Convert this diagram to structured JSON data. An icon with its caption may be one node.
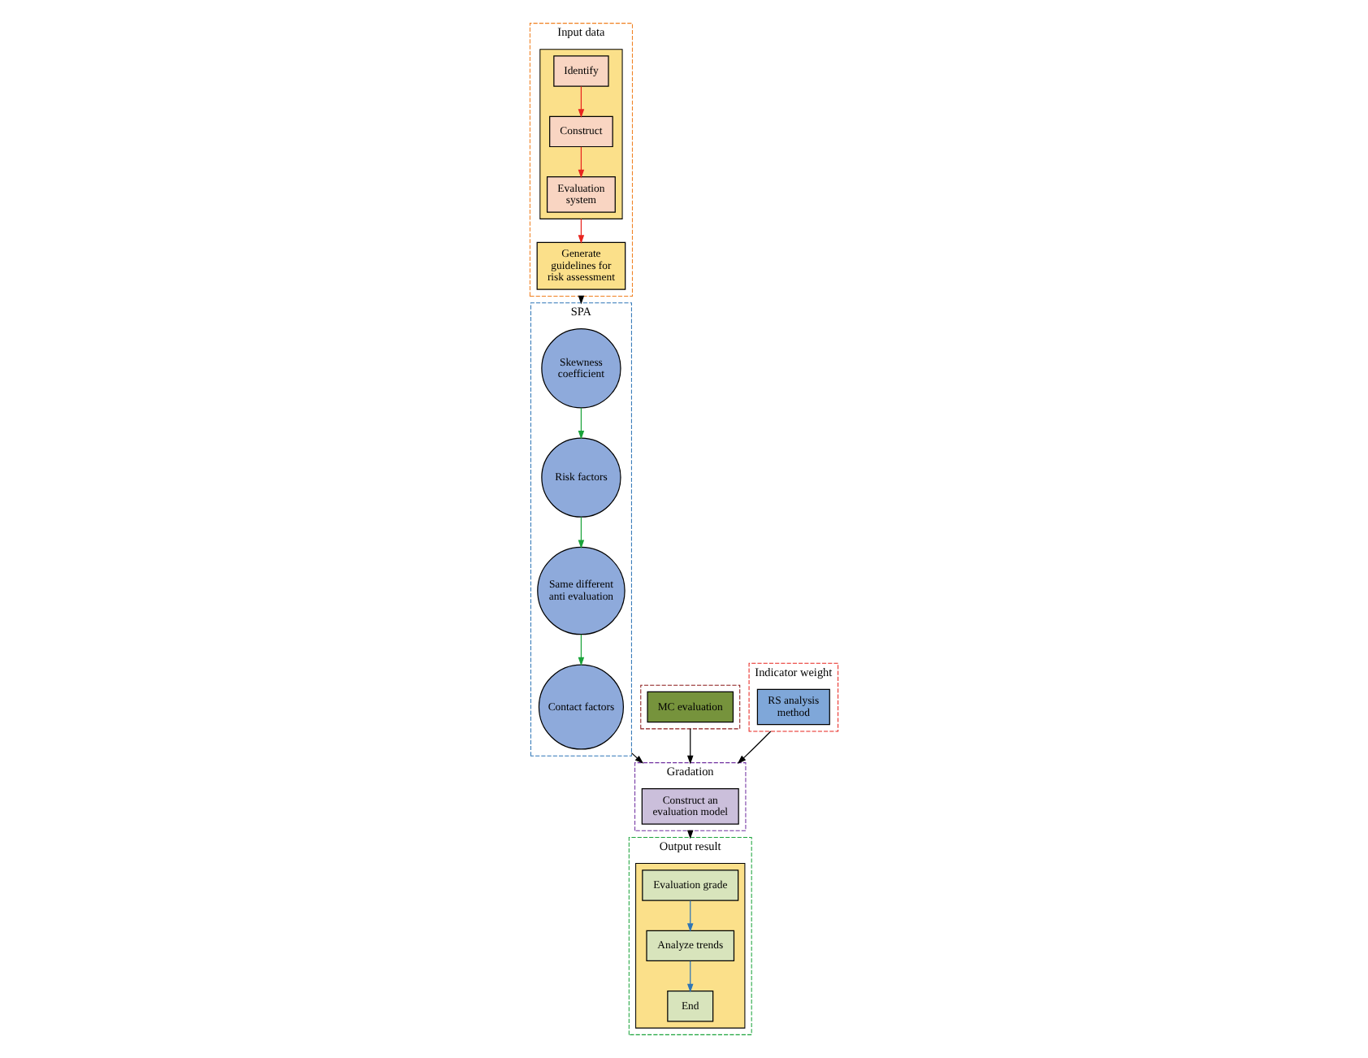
{
  "diagram": {
    "nodes": [
      {
        "text": [
          "Input data"
        ]
      },
      {
        "text": [],
        "shape": "box",
        "in": 0
      },
      {
        "text": [
          "Identify"
        ],
        "in": 1
      },
      {
        "text": [
          "Construct"
        ],
        "in": 1
      },
      {
        "text": [
          "Evaluation system"
        ],
        "in": 1
      },
      {
        "text": [
          "Generate guidelines for risk assessment"
        ],
        "in": 0
      },
      {
        "text": [],
        "shape": "box"
      },
      {
        "text": [
          "MC evaluation"
        ],
        "in": 6
      },
      {
        "text": [
          "Indicator weight"
        ]
      },
      {
        "text": [
          "RS analysis method"
        ],
        "in": 8
      },
      {
        "text": [
          "SPA"
        ]
      },
      {
        "text": [
          "Risk factors"
        ],
        "in": 10
      },
      {
        "text": [
          "Same different anti evaluation"
        ],
        "in": 10
      },
      {
        "text": [
          "Skewness coefficient"
        ],
        "in": 10
      },
      {
        "text": [
          "Contact factors"
        ],
        "in": 10
      },
      {
        "text": [
          "Gradation"
        ]
      },
      {
        "text": [
          "Construct an evaluation model"
        ],
        "in": 15
      },
      {
        "text": [
          "Output result"
        ]
      },
      {
        "text": [],
        "shape": "box",
        "in": 17
      },
      {
        "text": [
          "Evaluation grade"
        ],
        "in": 18
      },
      {
        "text": [
          "Analyze trends"
        ],
        "in": 18
      },
      {
        "text": [
          "End"
        ],
        "in": 18
      }
    ],
    "edges": [
      {
        "from": 2,
        "to": 3,
        "arrow": "to",
        "color": "#e8251f"
      },
      {
        "from": 3,
        "to": 4,
        "arrow": "to",
        "color": "#e8251f"
      },
      {
        "from": 1,
        "to": 5,
        "arrow": "to",
        "color": "#e8251f"
      },
      {
        "from": 0,
        "to": 10,
        "arrow": "to"
      },
      {
        "from": 6,
        "to": 15,
        "arrow": "to"
      },
      {
        "from": 8,
        "to": 15,
        "arrow": "to"
      },
      {
        "from": 10,
        "to": 15,
        "arrow": "to"
      },
      {
        "from": 15,
        "to": 17,
        "arrow": "to"
      },
      {
        "from": 13,
        "to": 11,
        "arrow": "to",
        "color": "#1aa33a"
      },
      {
        "from": 11,
        "to": 12,
        "arrow": "to",
        "color": "#1aa33a"
      },
      {
        "from": 12,
        "to": 14,
        "arrow": "to",
        "color": "#1aa33a"
      },
      {
        "from": 19,
        "to": 20,
        "arrow": "to",
        "color": "#2e75b6"
      },
      {
        "from": 20,
        "to": 21,
        "arrow": "to",
        "color": "#2e75b6"
      }
    ]
  }
}
